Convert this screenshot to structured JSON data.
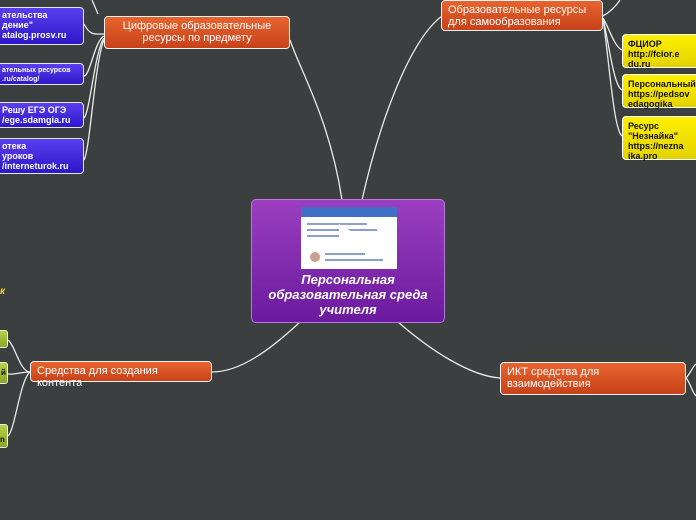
{
  "center": {
    "title": "Персональная образовательная среда учителя"
  },
  "branches": {
    "digital": "Цифровые образовательные ресурсы по предмету",
    "self_ed": "Образовательные ресурсы для самообразования",
    "content": "Средства для создания контента",
    "ict": "ИКТ средства для взаимодействия"
  },
  "left_links": [
    "ательства\nдение\"\natalog.prosv.ru",
    "ательных ресурсов\n.ru/catalog/",
    "Решу ЕГЭ ОГЭ\n/ege.sdamgia.ru",
    "отека\nуроков\n/interneturok.ru"
  ],
  "right_links": [
    "ФЦИОР\nhttp://fcior.e\ndu.ru",
    "Персональный\nhttps://pedsov\nedagogika",
    "Ресурс\n\"Незнайка\"\nhttps://nezna\nika.pro"
  ],
  "green_items": [
    "",
    "й",
    "n"
  ],
  "marker": "к"
}
